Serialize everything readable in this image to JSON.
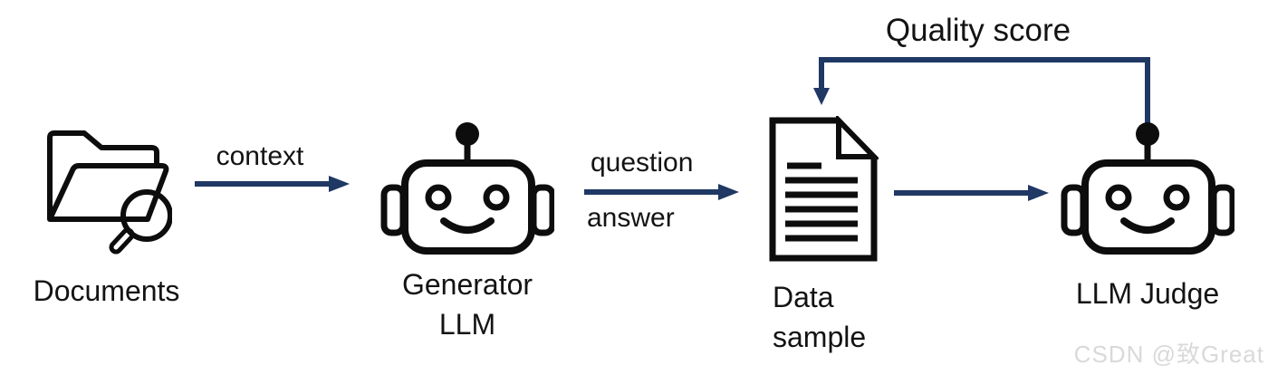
{
  "colors": {
    "arrow": "#1f3864",
    "icon_stroke": "#0d0d0d",
    "text": "#131313",
    "watermark": "#d9d9d9"
  },
  "diagram": {
    "nodes": {
      "documents": {
        "label": "Documents",
        "icon": "folder-search-icon"
      },
      "generator": {
        "label_line1": "Generator",
        "label_line2": "LLM",
        "icon": "robot-icon"
      },
      "data_sample": {
        "label_line1": "Data",
        "label_line2": "sample",
        "icon": "document-icon"
      },
      "judge": {
        "label": "LLM Judge",
        "icon": "robot-icon"
      }
    },
    "edges": {
      "context": {
        "label": "context",
        "from": "documents",
        "to": "generator"
      },
      "question_answer": {
        "label_line1": "question",
        "label_line2": "answer",
        "from": "generator",
        "to": "data_sample"
      },
      "sample_to_judge": {
        "label": "",
        "from": "data_sample",
        "to": "judge"
      },
      "quality_score": {
        "label": "Quality score",
        "from": "judge",
        "to": "data_sample"
      }
    }
  },
  "watermark": {
    "text": "CSDN @致Great"
  }
}
